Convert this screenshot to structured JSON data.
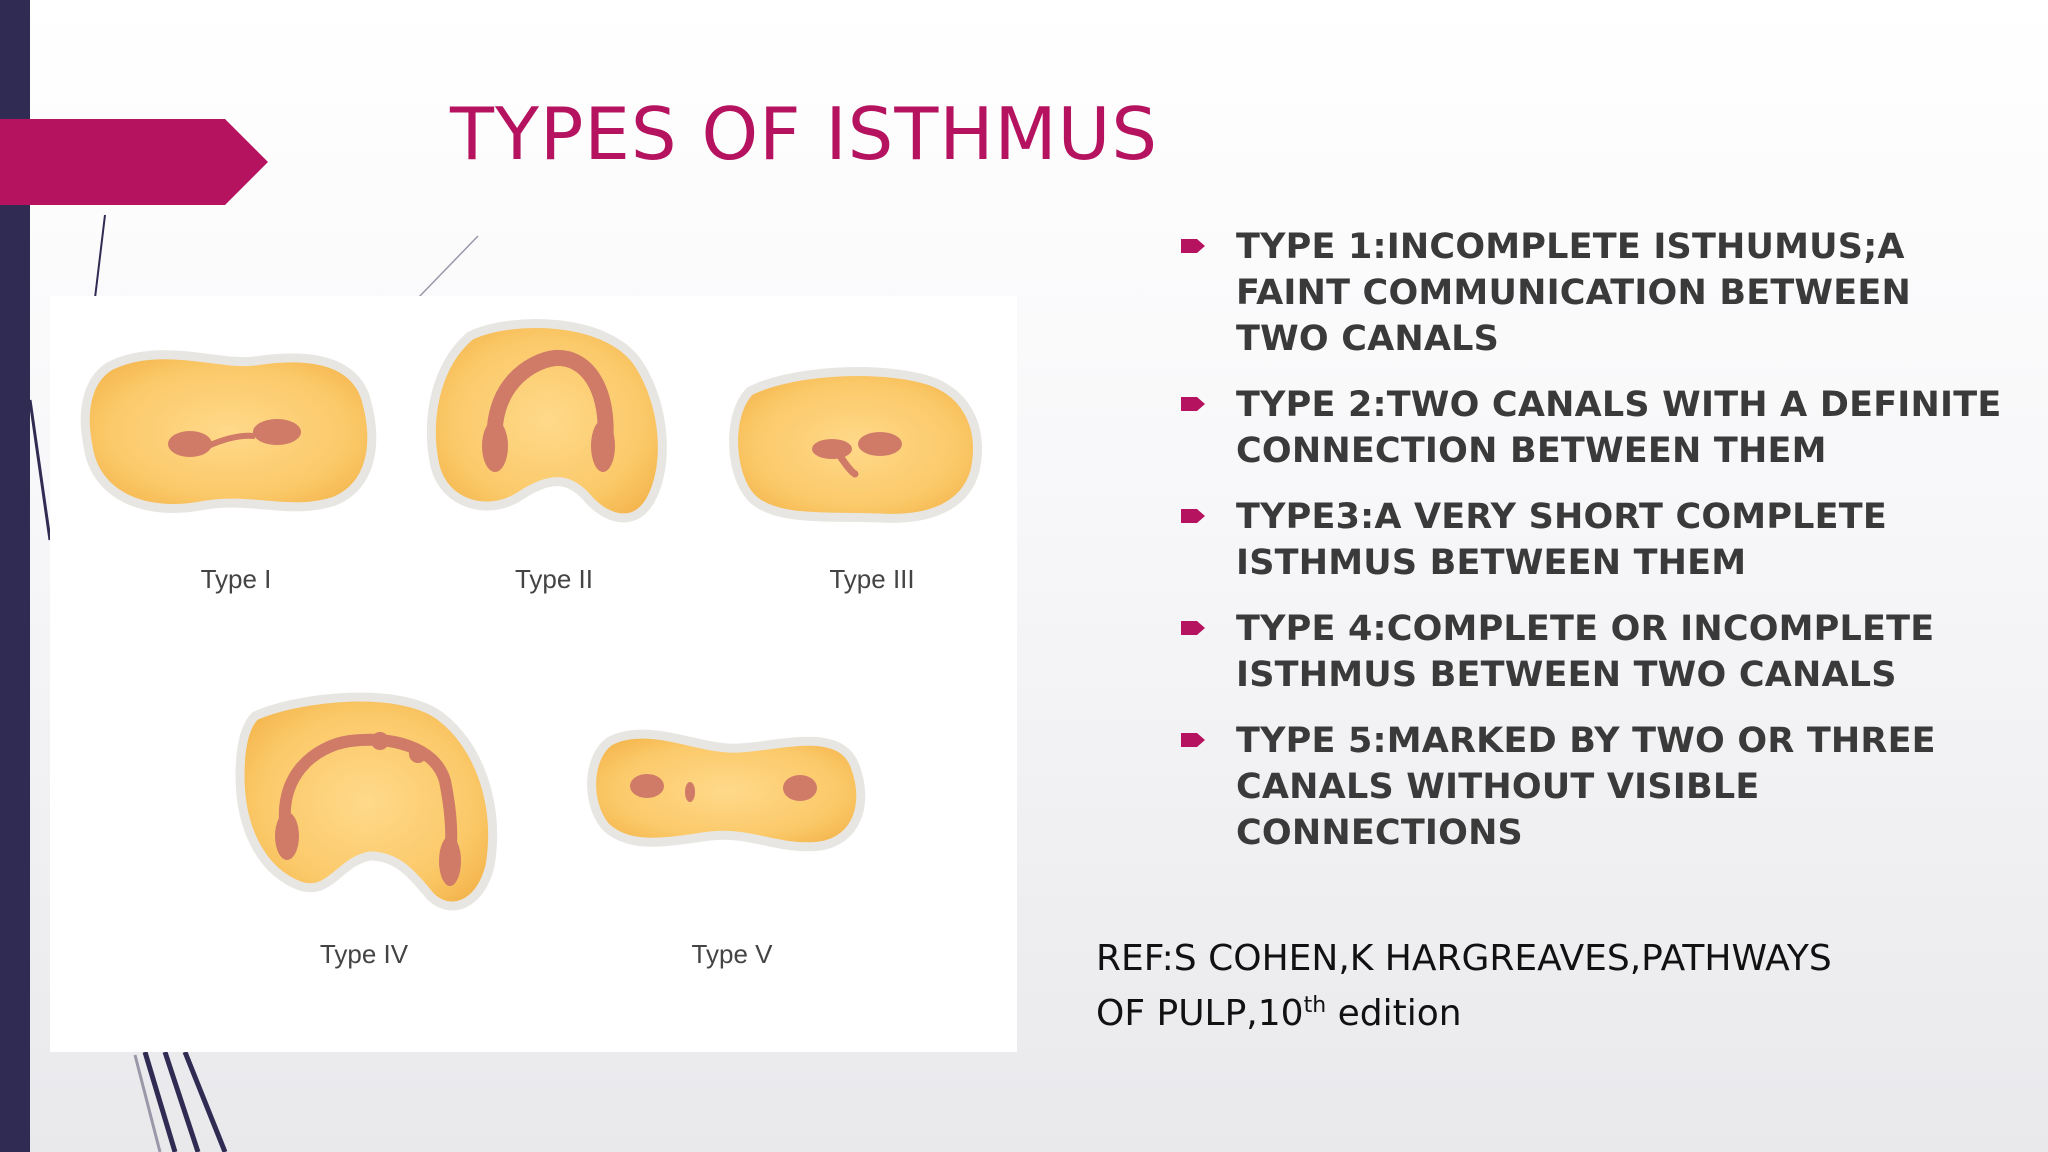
{
  "slide": {
    "title": "TYPES OF ISTHMUS",
    "accent_color": "#b5135f",
    "sidebar_color": "#2f2b52"
  },
  "figure": {
    "labels": [
      "Type I",
      "Type II",
      "Type III",
      "Type IV",
      "Type V"
    ],
    "colors": {
      "dentin": "#fbc969",
      "canal": "#d07a68",
      "outline": "#e8e6e2"
    }
  },
  "bullets": [
    {
      "text": "TYPE 1:INCOMPLETE ISTHUMUS;A FAINT COMMUNICATION BETWEEN TWO CANALS",
      "icon": "arrow-bullet-icon"
    },
    {
      "text": "TYPE 2:TWO CANALS WITH A DEFINITE CONNECTION BETWEEN THEM",
      "icon": "arrow-bullet-icon"
    },
    {
      "text": "TYPE3:A VERY SHORT COMPLETE ISTHMUS BETWEEN THEM",
      "icon": "arrow-bullet-icon"
    },
    {
      "text": "TYPE 4:COMPLETE OR INCOMPLETE ISTHMUS BETWEEN TWO CANALS",
      "icon": "arrow-bullet-icon"
    },
    {
      "text": "TYPE 5:MARKED BY TWO OR THREE CANALS WITHOUT VISIBLE CONNECTIONS",
      "icon": "arrow-bullet-icon"
    }
  ],
  "reference": {
    "text": "REF:S COHEN,K HARGREAVES,PATHWAYS OF PULP,10",
    "superscript": "th",
    "suffix": " edition"
  }
}
